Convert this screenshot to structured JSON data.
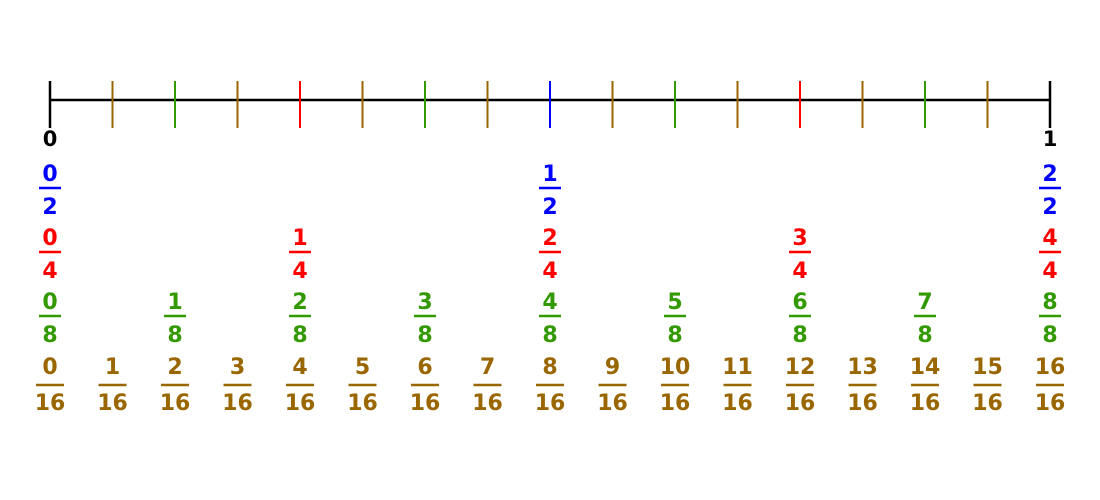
{
  "number_line": {
    "start_label": "0",
    "end_label": "1",
    "line_color": "#000000",
    "min": 0,
    "max": 1
  },
  "rows": [
    {
      "denominator_label": "2",
      "color": "#0000ff",
      "numerators": [
        "0",
        "1",
        "2"
      ]
    },
    {
      "denominator_label": "4",
      "color": "#ff0000",
      "numerators": [
        "0",
        "1",
        "2",
        "3",
        "4"
      ]
    },
    {
      "denominator_label": "8",
      "color": "#339900",
      "numerators": [
        "0",
        "1",
        "2",
        "3",
        "4",
        "5",
        "6",
        "7",
        "8"
      ]
    },
    {
      "denominator_label": "16",
      "color": "#996600",
      "numerators": [
        "0",
        "1",
        "2",
        "3",
        "4",
        "5",
        "6",
        "7",
        "8",
        "9",
        "10",
        "11",
        "12",
        "13",
        "14",
        "15",
        "16"
      ]
    }
  ],
  "ticks": {
    "count": 16,
    "colors": {
      "end": "#000000",
      "half": "#0000ff",
      "quarter": "#ff0000",
      "eighth": "#339900",
      "sixteenth": "#996600"
    }
  }
}
